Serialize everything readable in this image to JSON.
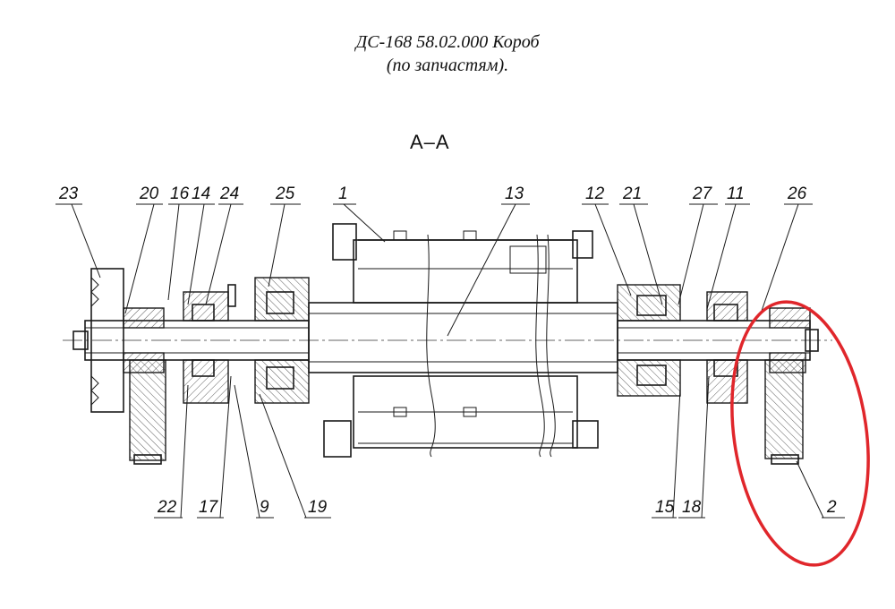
{
  "title_line1": "ДС-168 58.02.000 Короб",
  "title_line2": "(по запчастям).",
  "section_label": "А–А",
  "highlight_color": "#e0262b",
  "callouts_top": [
    "23",
    "20",
    "16",
    "14",
    "24",
    "25",
    "1",
    "13",
    "12",
    "21",
    "27",
    "11",
    "26"
  ],
  "callouts_bottom": [
    "22",
    "17",
    "9",
    "19",
    "15",
    "18",
    "2"
  ]
}
